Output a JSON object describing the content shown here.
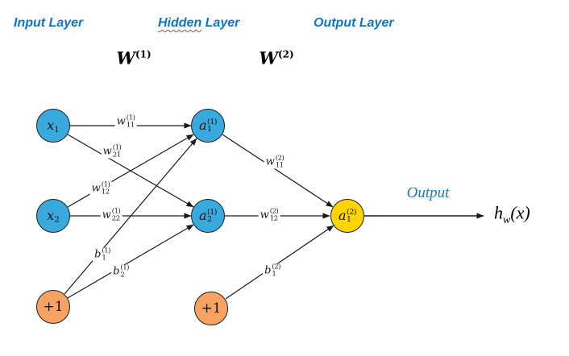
{
  "headers": {
    "input": "Input Layer",
    "hidden_word1": "Hidden",
    "hidden_word2": " Layer",
    "output": "Output Layer"
  },
  "matrices": {
    "w1": {
      "base": "W",
      "sup": "(1)"
    },
    "w2": {
      "base": "W",
      "sup": "(2)"
    }
  },
  "nodes": {
    "x1": {
      "base": "x",
      "sub": "1"
    },
    "x2": {
      "base": "x",
      "sub": "2"
    },
    "bias1": {
      "text": "+1"
    },
    "a11": {
      "base": "a",
      "sup": "(1)",
      "sub": "1"
    },
    "a21": {
      "base": "a",
      "sup": "(1)",
      "sub": "2"
    },
    "bias2": {
      "text": "+1"
    },
    "a12": {
      "base": "a",
      "sup": "(2)",
      "sub": "1"
    }
  },
  "edge_labels": {
    "w11_1": {
      "base": "w",
      "sup": "(1)",
      "sub": "11"
    },
    "w21_1": {
      "base": "w",
      "sup": "(1)",
      "sub": "21"
    },
    "w12_1": {
      "base": "w",
      "sup": "(1)",
      "sub": "12"
    },
    "w22_1": {
      "base": "w",
      "sup": "(1)",
      "sub": "22"
    },
    "b1_1": {
      "base": "b",
      "sup": "(1)",
      "sub": "1"
    },
    "b2_1": {
      "base": "b",
      "sup": "(1)",
      "sub": "2"
    },
    "w11_2": {
      "base": "w",
      "sup": "(2)",
      "sub": "11"
    },
    "w12_2": {
      "base": "w",
      "sup": "(2)",
      "sub": "12"
    },
    "b1_2": {
      "base": "b",
      "sup": "(2)",
      "sub": "1"
    }
  },
  "output": {
    "label": "Output",
    "result": {
      "base": "h",
      "sub": "w",
      "rest": "(x)"
    }
  },
  "colors": {
    "header_blue": "#0d76d1",
    "output_blue": "#1d75cd",
    "node_blue": "#3aaade",
    "node_orange": "#f8a262",
    "node_yellow": "#ffd400",
    "edge_line": "#1a1a1a"
  }
}
